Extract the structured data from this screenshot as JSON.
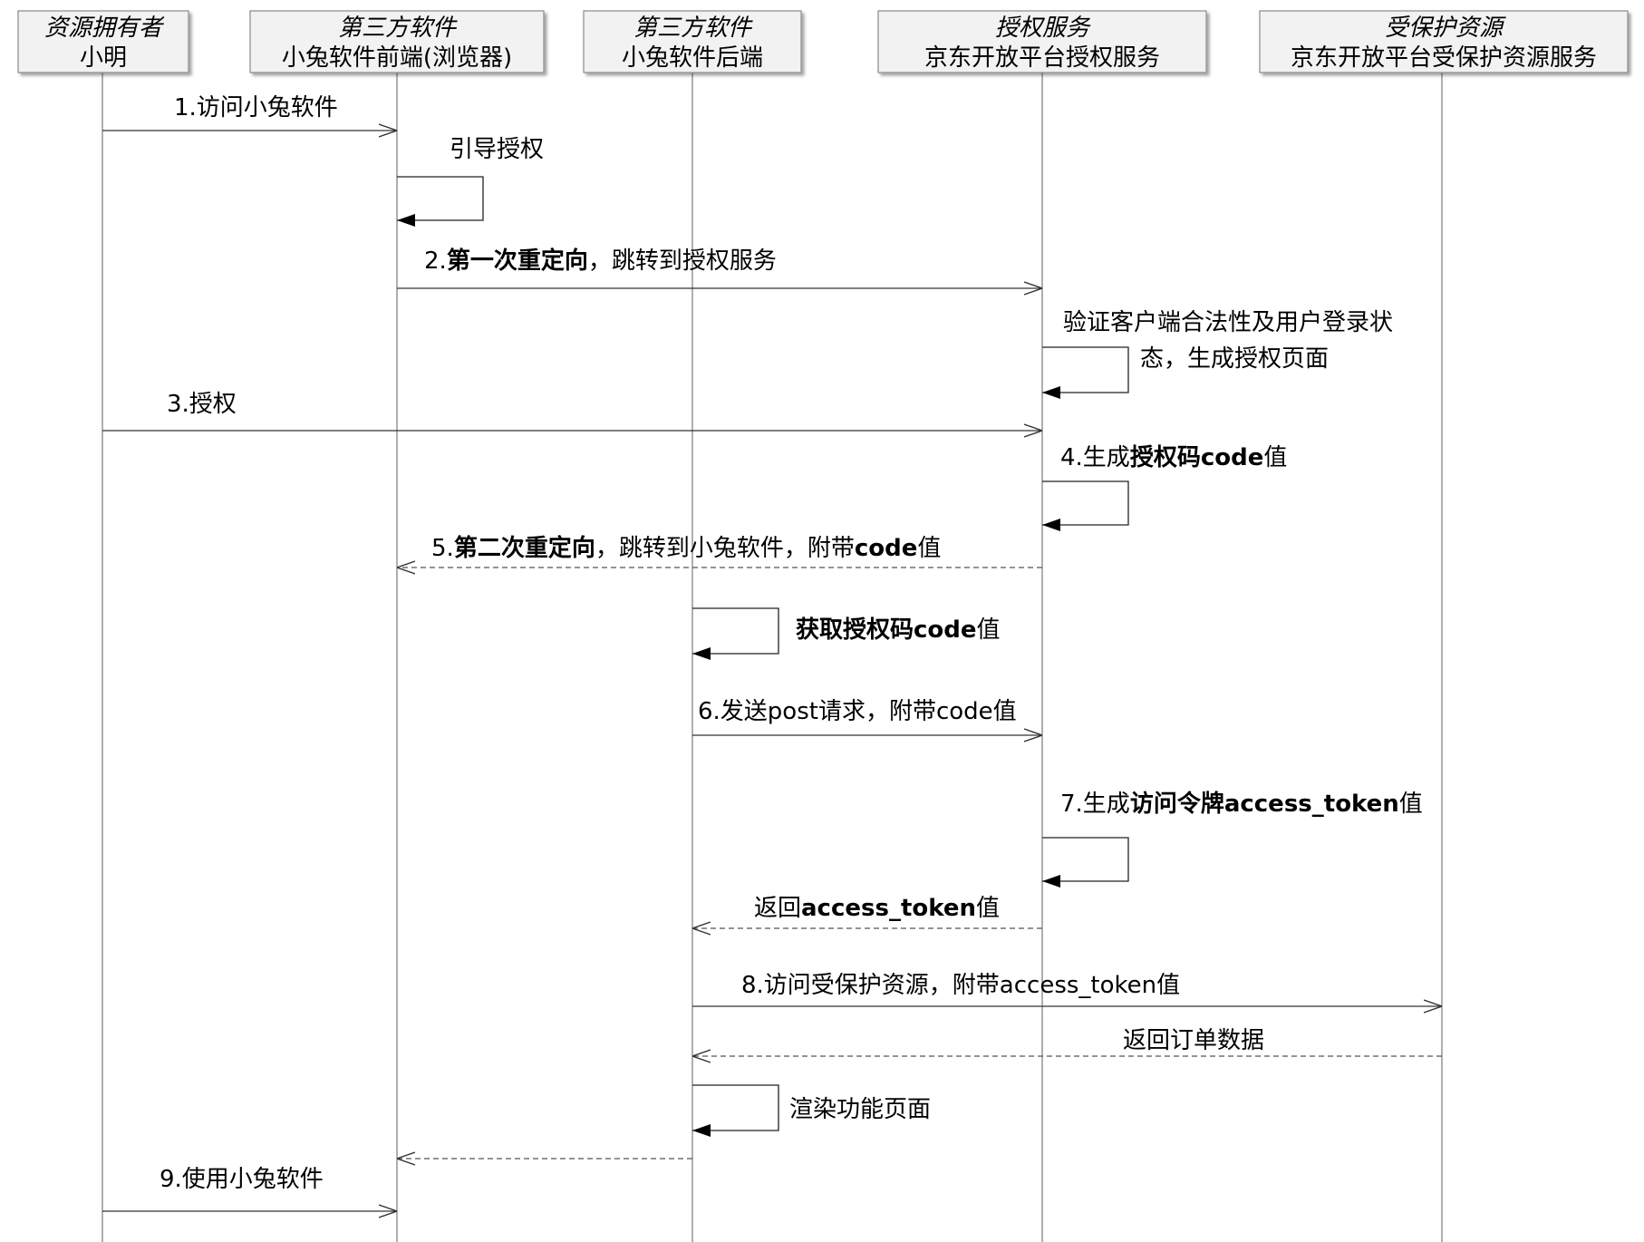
{
  "participants": [
    {
      "id": "owner",
      "role": "资源拥有者",
      "name": "小明"
    },
    {
      "id": "frontend",
      "role": "第三方软件",
      "name": "小兔软件前端(浏览器)"
    },
    {
      "id": "backend",
      "role": "第三方软件",
      "name": "小兔软件后端"
    },
    {
      "id": "auth",
      "role": "授权服务",
      "name": "京东开放平台授权服务"
    },
    {
      "id": "resource",
      "role": "受保护资源",
      "name": "京东开放平台受保护资源服务"
    }
  ],
  "messages": [
    {
      "from": "owner",
      "to": "frontend",
      "kind": "solid",
      "parts": [
        {
          "t": "1.访问小兔软件"
        }
      ]
    },
    {
      "from": "frontend",
      "to": "frontend",
      "kind": "self",
      "parts": [
        {
          "t": "引导授权"
        }
      ]
    },
    {
      "from": "frontend",
      "to": "auth",
      "kind": "solid",
      "parts": [
        {
          "t": "2."
        },
        {
          "t": "第一次重定向",
          "b": true
        },
        {
          "t": "，跳转到授权服务"
        }
      ]
    },
    {
      "from": "auth",
      "to": "auth",
      "kind": "self",
      "parts": [
        {
          "t": "验证客户端合法性及用户登录状态，生成授权页面"
        }
      ]
    },
    {
      "from": "owner",
      "to": "auth",
      "kind": "solid",
      "parts": [
        {
          "t": "3.授权"
        }
      ]
    },
    {
      "from": "auth",
      "to": "auth",
      "kind": "self",
      "parts": [
        {
          "t": "4.生成"
        },
        {
          "t": "授权码code",
          "b": true
        },
        {
          "t": "值"
        }
      ]
    },
    {
      "from": "auth",
      "to": "frontend",
      "kind": "dashed",
      "parts": [
        {
          "t": "5."
        },
        {
          "t": "第二次重定向",
          "b": true
        },
        {
          "t": "，跳转到小兔软件，附带"
        },
        {
          "t": "code",
          "b": true
        },
        {
          "t": "值"
        }
      ]
    },
    {
      "from": "backend",
      "to": "backend",
      "kind": "self",
      "parts": [
        {
          "t": "获取授权码code",
          "b": true
        },
        {
          "t": "值"
        }
      ]
    },
    {
      "from": "backend",
      "to": "auth",
      "kind": "solid",
      "parts": [
        {
          "t": "6.发送post请求，附带code值"
        }
      ]
    },
    {
      "from": "auth",
      "to": "auth",
      "kind": "self",
      "parts": [
        {
          "t": "7.生成"
        },
        {
          "t": "访问令牌access_token",
          "b": true
        },
        {
          "t": "值"
        }
      ]
    },
    {
      "from": "auth",
      "to": "backend",
      "kind": "dashed",
      "parts": [
        {
          "t": "返回"
        },
        {
          "t": "access_token",
          "b": true
        },
        {
          "t": "值"
        }
      ]
    },
    {
      "from": "backend",
      "to": "resource",
      "kind": "solid",
      "parts": [
        {
          "t": "8.访问受保护资源，附带access_token值"
        }
      ]
    },
    {
      "from": "resource",
      "to": "backend",
      "kind": "dashed",
      "parts": [
        {
          "t": "返回订单数据"
        }
      ]
    },
    {
      "from": "backend",
      "to": "backend",
      "kind": "self",
      "parts": [
        {
          "t": "渲染功能页面"
        }
      ]
    },
    {
      "from": "backend",
      "to": "frontend",
      "kind": "dashed",
      "parts": []
    },
    {
      "from": "owner",
      "to": "frontend",
      "kind": "solid",
      "parts": [
        {
          "t": "9.使用小兔软件"
        }
      ]
    }
  ]
}
